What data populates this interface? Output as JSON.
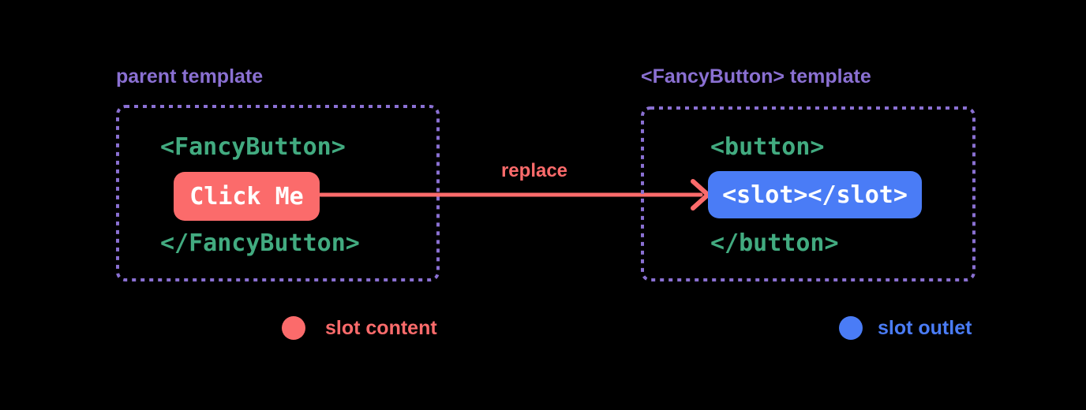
{
  "colors": {
    "background": "#000000",
    "purple": "#8a70d2",
    "green": "#42ab80",
    "red": "#fb6b6b",
    "blue": "#4a7cf6",
    "white": "#ffffff"
  },
  "parent_template": {
    "title": "parent template",
    "code_open": "<FancyButton>",
    "button_label": "Click Me",
    "code_close": "</FancyButton>"
  },
  "fancy_button_template": {
    "title": "<FancyButton> template",
    "code_open": "<button>",
    "slot_code": "<slot></slot>",
    "code_close": "</button>"
  },
  "arrow": {
    "label": "replace"
  },
  "legend": [
    {
      "label": "slot content",
      "color": "#fb6b6b"
    },
    {
      "label": "slot outlet",
      "color": "#4a7cf6"
    }
  ]
}
